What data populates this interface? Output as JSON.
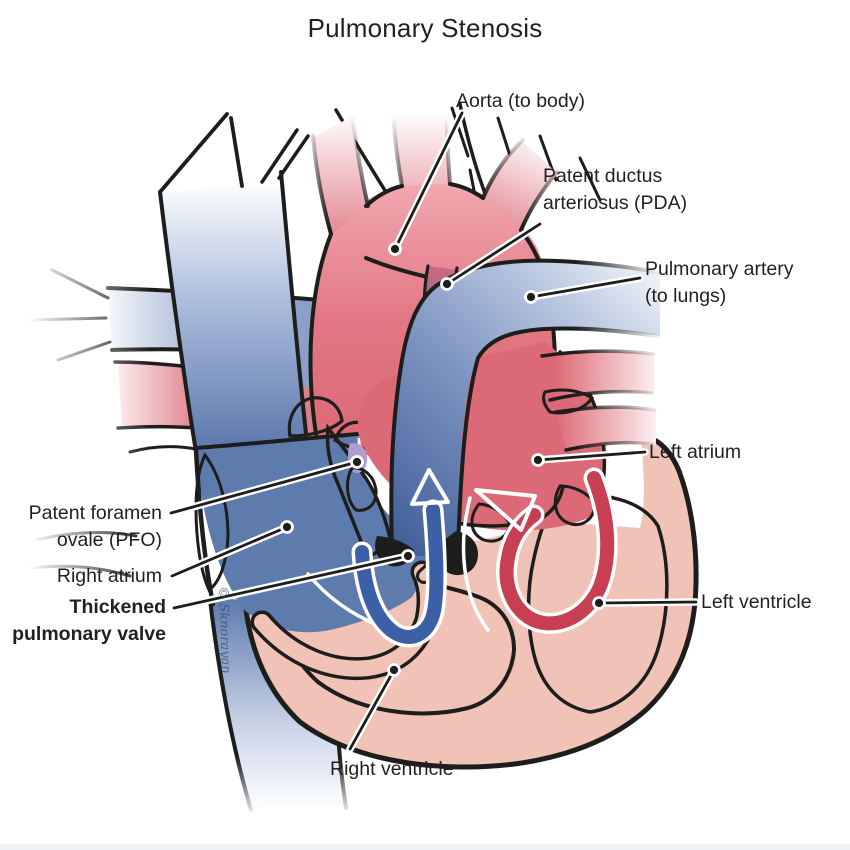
{
  "title": "Pulmonary Stenosis",
  "signature": "© Sknorayan",
  "labels": {
    "aorta": {
      "lines": [
        "Aorta (to body)"
      ]
    },
    "pda": {
      "lines": [
        "Patent ductus",
        "arteriosus (PDA)"
      ]
    },
    "pulmonary_artery": {
      "lines": [
        "Pulmonary artery",
        "(to lungs)"
      ]
    },
    "left_atrium": {
      "lines": [
        "Left atrium"
      ]
    },
    "pfo": {
      "lines": [
        "Patent foramen",
        "ovale (PFO)"
      ]
    },
    "right_atrium": {
      "lines": [
        "Right atrium"
      ]
    },
    "thickened_pulmonary_valve": {
      "lines": [
        "Thickened",
        "pulmonary valve"
      ]
    },
    "left_ventricle": {
      "lines": [
        "Left ventricle"
      ]
    },
    "right_ventricle": {
      "lines": [
        "Right ventricle"
      ]
    }
  },
  "colors": {
    "right_heart_blue": "#5e7bae",
    "left_heart_red": "#dc6a76",
    "lv_red": "#d15667",
    "heart_wall_salmon": "#f0c3b6",
    "aorta_pink": "#e27784",
    "pa_blue_dark": "#3f5c97",
    "pfo_purple": "#b19cd0",
    "outline_ink": "#1d1d1b",
    "arrow_blue": "#3c60a6",
    "arrow_red": "#c83e52",
    "label_ink": "#231f20"
  }
}
